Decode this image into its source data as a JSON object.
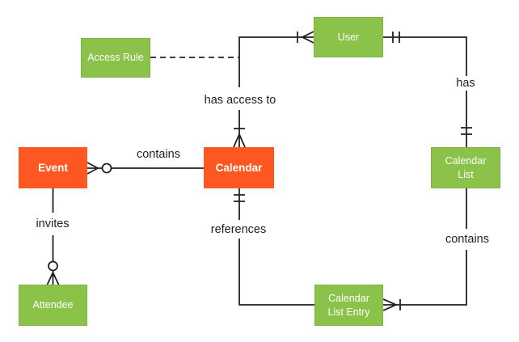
{
  "colors": {
    "entity_orange": "#FF5722",
    "entity_green": "#8BC34A",
    "connector_line": "#212121",
    "label_text": "#1F1F1F",
    "entity_text": "#FFFFFF",
    "background": "#FFFFFF"
  },
  "entities": {
    "access_rule": {
      "label": "Access Rule",
      "color": "green"
    },
    "user": {
      "label": "User",
      "color": "green"
    },
    "event": {
      "label": "Event",
      "color": "orange"
    },
    "calendar": {
      "label": "Calendar",
      "color": "orange"
    },
    "calendar_list": {
      "label": "Calendar List",
      "color": "green"
    },
    "calendar_list_entry": {
      "label": "Calendar List Entry",
      "color": "green"
    },
    "attendee": {
      "label": "Attendee",
      "color": "green"
    }
  },
  "relationships": {
    "event_contains_calendar": {
      "label": "contains",
      "from": "Event",
      "to": "Calendar",
      "from_cardinality": "zero-or-many",
      "line_style": "solid"
    },
    "calendar_has_access_to_user": {
      "label": "has access to",
      "from": "Calendar",
      "to": "User",
      "from_cardinality": "one-or-many",
      "to_cardinality": "one-or-many",
      "line_style": "solid"
    },
    "user_has_calendar_list": {
      "label": "has",
      "from": "User",
      "to": "Calendar List",
      "from_cardinality": "exactly-one",
      "to_cardinality": "exactly-one",
      "line_style": "solid"
    },
    "calendar_references_entry": {
      "label": "references",
      "from": "Calendar",
      "to": "Calendar List Entry",
      "from_cardinality": "exactly-one",
      "line_style": "solid"
    },
    "calendar_list_contains_entry": {
      "label": "contains",
      "from": "Calendar List",
      "to": "Calendar List Entry",
      "to_cardinality": "one-or-many",
      "line_style": "solid"
    },
    "event_invites_attendee": {
      "label": "invites",
      "from": "Event",
      "to": "Attendee",
      "to_cardinality": "zero-or-many",
      "line_style": "solid"
    },
    "access_rule_attachment": {
      "label": "",
      "from": "Access Rule",
      "to": "has access to relationship",
      "line_style": "dashed"
    }
  }
}
